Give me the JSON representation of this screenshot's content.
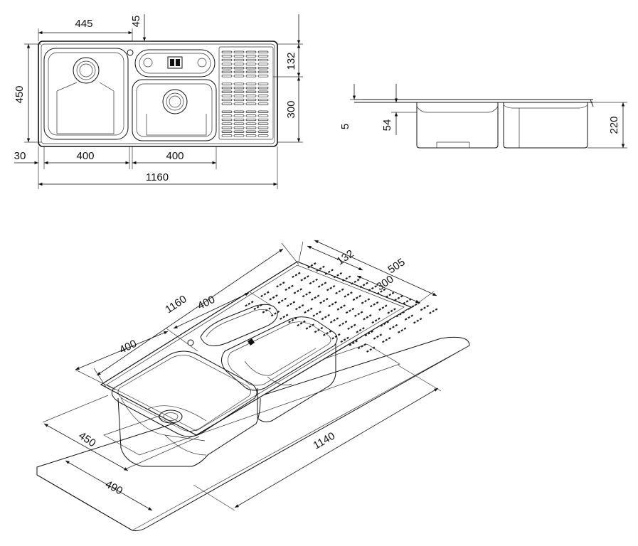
{
  "top_view": {
    "width_overall": "1160",
    "bowl_left_width": "400",
    "bowl_right_width": "400",
    "edge_offset": "30",
    "to_waste": "445",
    "tap_hole": "45",
    "depth_overall": "450",
    "drainer_top": "132",
    "drainer_width": "300"
  },
  "side_view": {
    "rim": "5",
    "inner_depth": "54",
    "bowl_depth": "220"
  },
  "iso_view": {
    "length": "1160",
    "bowl_a": "400",
    "bowl_b": "400",
    "drainer_132": "132",
    "drainer_505": "505",
    "drainer_300": "300",
    "depth_450": "450",
    "depth_490": "490",
    "cutout_1140": "1140"
  }
}
